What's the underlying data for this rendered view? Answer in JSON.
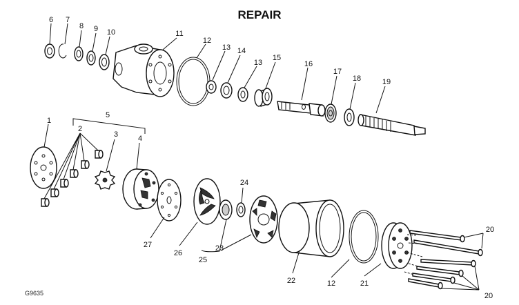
{
  "title": "REPAIR",
  "figure_code": "G9635",
  "callouts": [
    "1",
    "2",
    "3",
    "4",
    "5",
    "6",
    "7",
    "8",
    "9",
    "10",
    "11",
    "12",
    "12",
    "13",
    "13",
    "14",
    "15",
    "16",
    "17",
    "18",
    "19",
    "20",
    "20",
    "21",
    "22",
    "23",
    "24",
    "25",
    "26",
    "27"
  ]
}
